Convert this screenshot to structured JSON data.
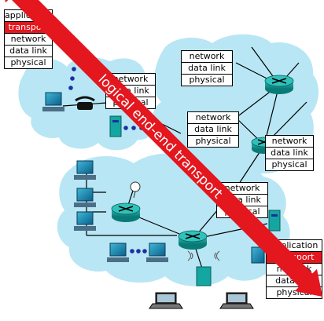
{
  "arrow_label": "logical end-end transport",
  "colors": {
    "cloud": "#b8e6f5",
    "arrow": "#e4161e",
    "highlight": "#e4161e",
    "router": "#13a6a0",
    "device": "#14a6a0",
    "connector": "#1d2fa2"
  },
  "stacks": {
    "source_host": [
      "application",
      "transport",
      "network",
      "data link",
      "physical"
    ],
    "router_upper": [
      "network",
      "data link",
      "physical"
    ],
    "router_middle": [
      "network",
      "data link",
      "physical"
    ],
    "router_right": [
      "network",
      "data link",
      "physical"
    ],
    "router_left": [
      "network",
      "data link",
      "physical"
    ],
    "router_lower": [
      "network",
      "data link",
      "physical"
    ],
    "dest_host": [
      "application",
      "transport",
      "network",
      "data link",
      "physical"
    ]
  },
  "highlighted_layer": "transport"
}
